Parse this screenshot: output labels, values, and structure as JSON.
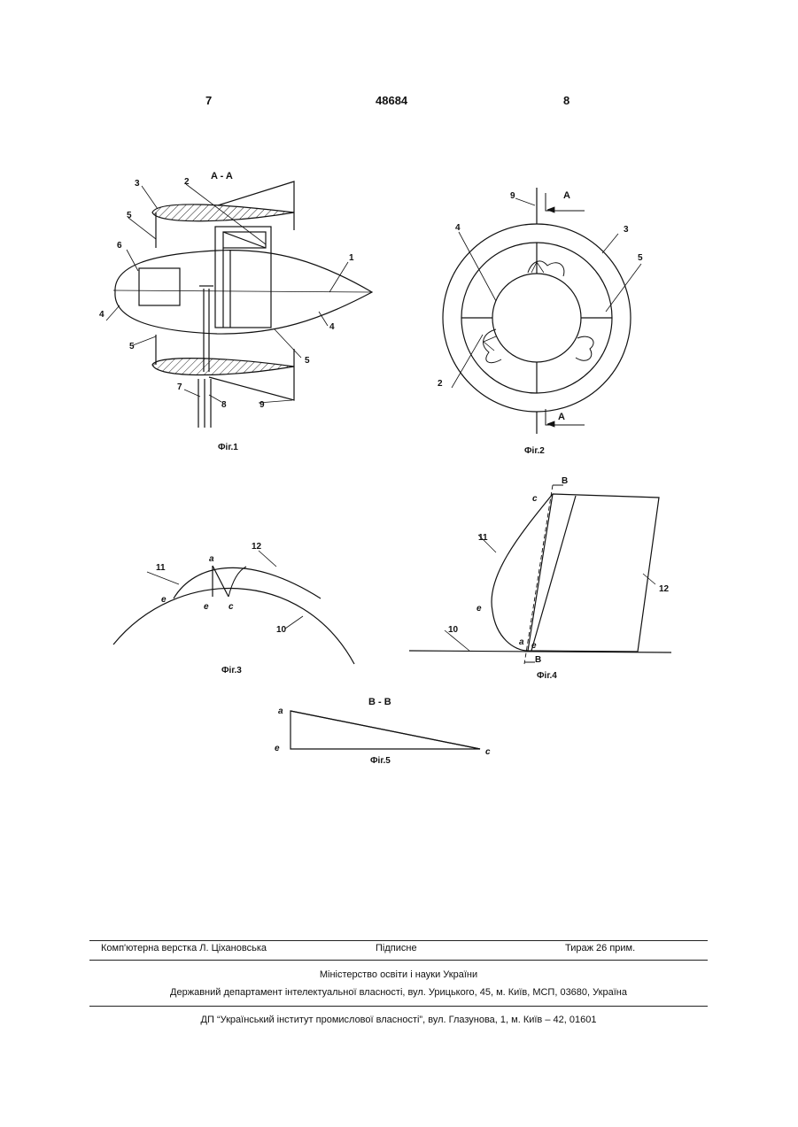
{
  "header": {
    "page_left": "7",
    "patent_number": "48684",
    "page_right": "8"
  },
  "figures": {
    "fig1": {
      "caption": "Фіг.1",
      "section": "A - A",
      "labels": [
        "1",
        "2",
        "3",
        "4",
        "5",
        "6",
        "7",
        "8",
        "9"
      ]
    },
    "fig2": {
      "caption": "Фіг.2",
      "section_mark": "A",
      "labels": [
        "2",
        "3",
        "4",
        "5",
        "9"
      ]
    },
    "fig3": {
      "caption": "Фіг.3",
      "labels": [
        "10",
        "11",
        "12"
      ],
      "points": [
        "a",
        "e",
        "c"
      ]
    },
    "fig4": {
      "caption": "Фіг.4",
      "section_mark": "B",
      "labels": [
        "10",
        "11",
        "12"
      ],
      "points": [
        "a",
        "e",
        "c"
      ]
    },
    "fig5": {
      "caption": "Фіг.5",
      "section": "B - B",
      "points": [
        "a",
        "e",
        "c"
      ]
    }
  },
  "footer": {
    "typesetting": "Комп'ютерна верстка Л. Ціхановська",
    "signed": "Підписне",
    "circulation": "Тираж 26 прим.",
    "ministry": "Міністерство освіти і науки України",
    "department": "Державний департамент інтелектуальної власності, вул. Урицького, 45, м. Київ, МСП, 03680, Україна",
    "institute": "ДП “Український інститут промислової власності”, вул. Глазунова, 1, м. Київ – 42, 01601"
  }
}
